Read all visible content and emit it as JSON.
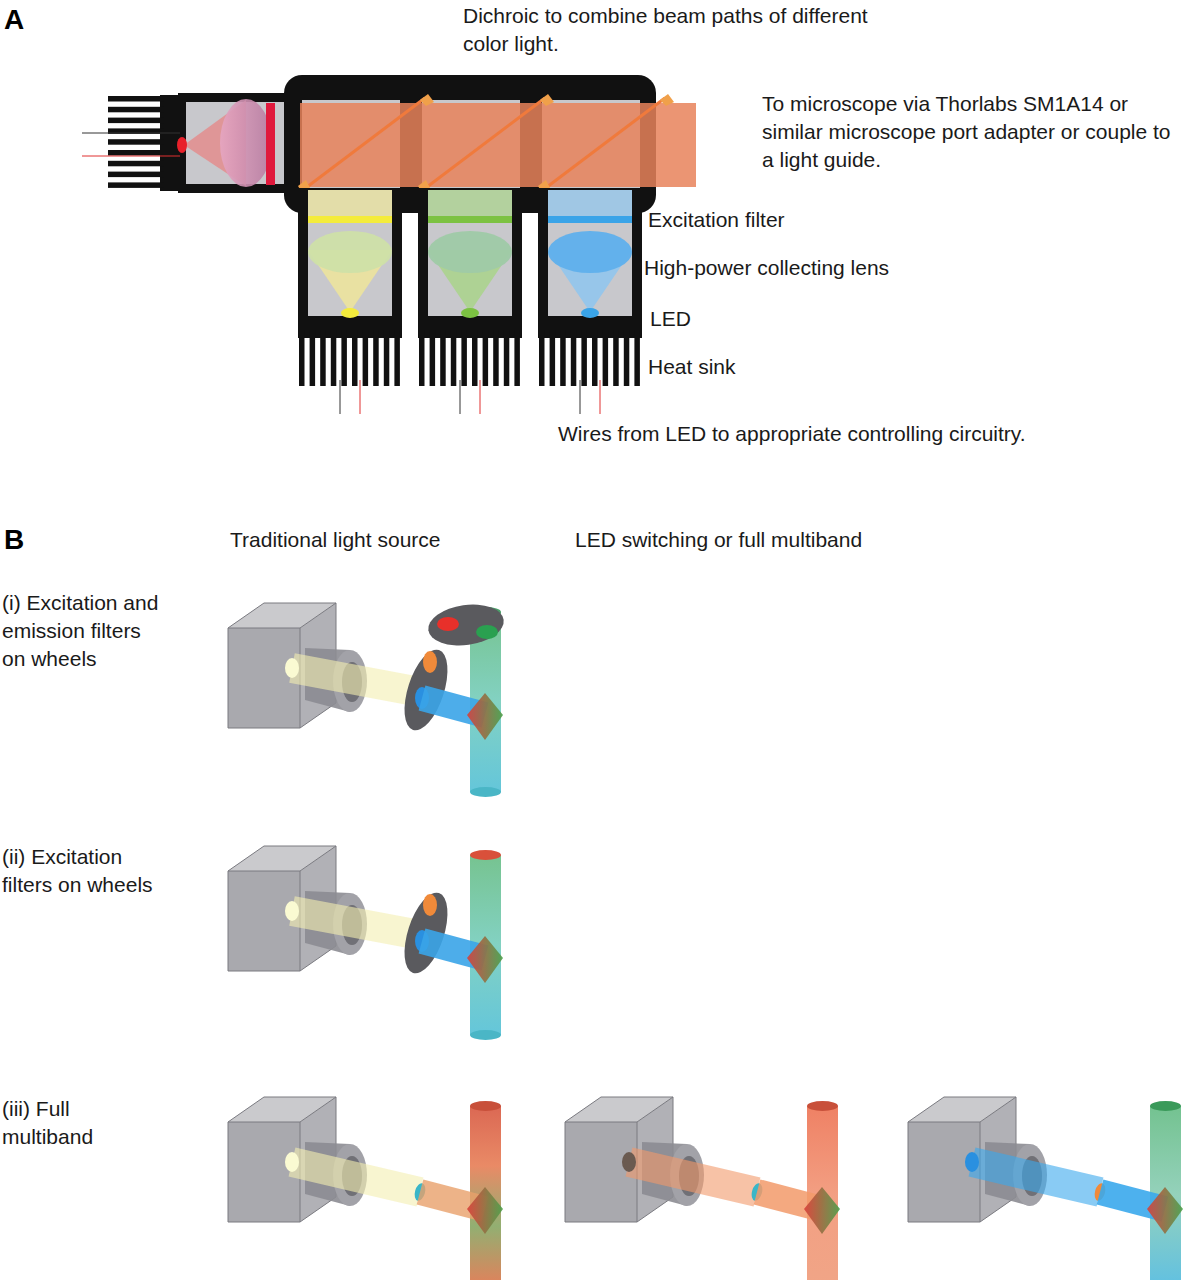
{
  "diagram": {
    "labels": [
      "A",
      "Dichroic to combine beam paths of different color light.",
      "To microscope via Thorlabs SM1A14 or similar microscope port adapter or couple to a light guide.",
      "Excitation filter",
      "High-power collecting lens",
      "LED",
      "Heat sink",
      "Wires from LED to appropriate controlling circuitry.",
      "B",
      "Traditional light source",
      "LED switching or full multiband",
      "(i) Excitation and emission filters on wheels",
      "(ii) Excitation filters on wheels",
      "(iii) Full multiband"
    ]
  }
}
